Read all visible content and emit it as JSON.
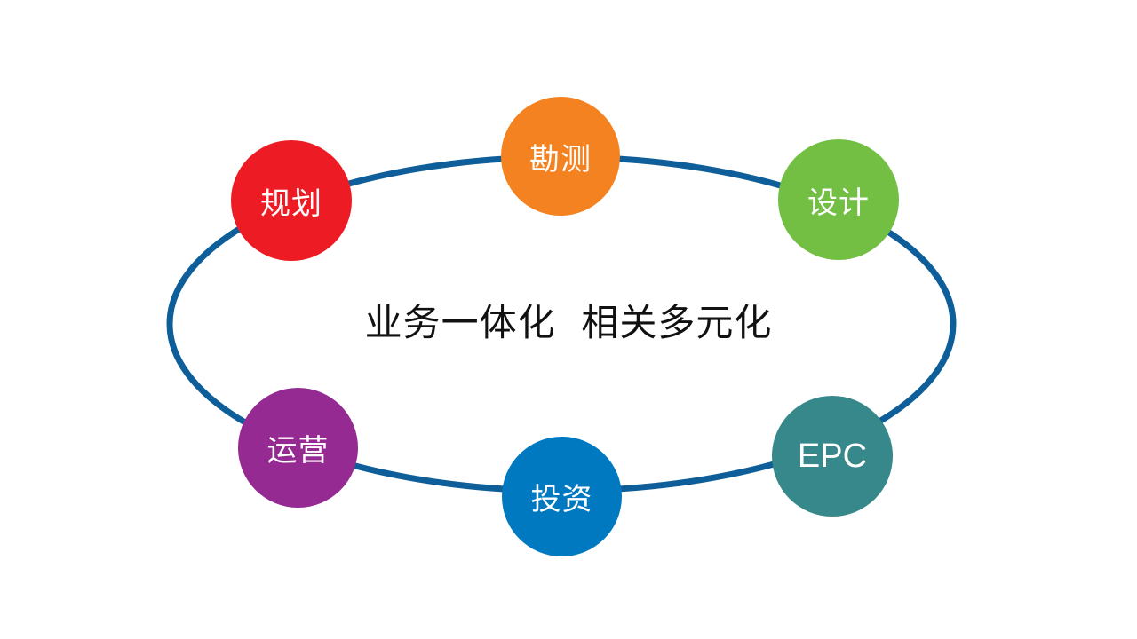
{
  "center_title": "业务一体化  相关多元化",
  "ring": {
    "color": "#0E5E99"
  },
  "nodes": [
    {
      "id": "guihua",
      "label": "规划",
      "color": "#ED1C24"
    },
    {
      "id": "kance",
      "label": "勘测",
      "color": "#F58220"
    },
    {
      "id": "sheji",
      "label": "设计",
      "color": "#72BF44"
    },
    {
      "id": "epc",
      "label": "EPC",
      "color": "#36888A"
    },
    {
      "id": "touzi",
      "label": "投资",
      "color": "#0079C1"
    },
    {
      "id": "yunying",
      "label": "运营",
      "color": "#952A93"
    }
  ]
}
